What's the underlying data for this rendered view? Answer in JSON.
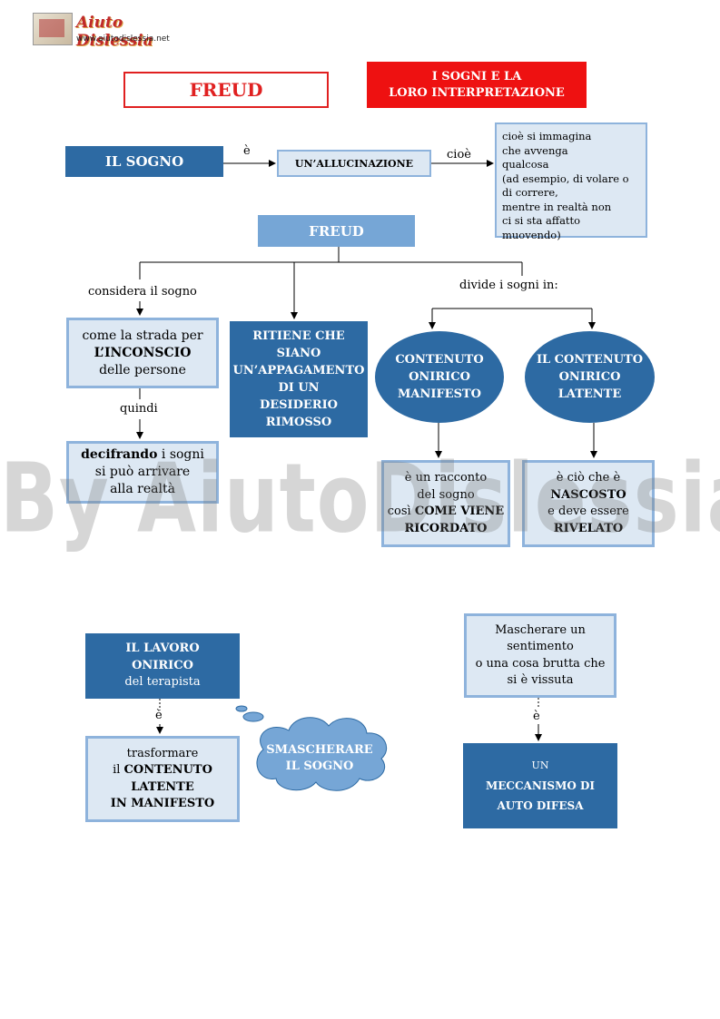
{
  "logo": {
    "title": "Aiuto Dislessia",
    "url": "www.aiutodislessia.net"
  },
  "watermark": "By AiutoDislessia.net",
  "header": {
    "title": "FREUD",
    "subtitle_line1": "I SOGNI E LA",
    "subtitle_line2": "LORO INTERPRETAZIONE"
  },
  "row1": {
    "sogno": "IL  SOGNO",
    "e_label": "è",
    "allucinazione": "UN’ALLUCINAZIONE",
    "cioe_label": "cioè",
    "explanation": "cioè si immagina\nche avvenga\nqualcosa\n (ad esempio, di volare o\n di correre,\nmentre in realtà non\nci si sta affatto muovendo)"
  },
  "freud": "FREUD",
  "left_branch": {
    "label": "considera il sogno",
    "strada_1": "come la strada  per",
    "strada_2": "L’INCONSCIO",
    "strada_3": "delle persone",
    "quindi": "quindi",
    "decif_bold": "decifrando",
    "decif_1": " i sogni",
    "decif_2": "si può arrivare",
    "decif_3": "alla realtà"
  },
  "middle_branch": {
    "lines": [
      "RITIENE CHE",
      "SIANO",
      "UN’APPAGAMENTO",
      "DI UN",
      "DESIDERIO",
      "RIMOSSO"
    ]
  },
  "right_branch": {
    "label": "divide i sogni in:",
    "manifesto": [
      "CONTENUTO",
      "ONIRICO",
      "MANIFESTO"
    ],
    "latente": [
      "IL CONTENUTO",
      "ONIRICO",
      "LATENTE"
    ],
    "racconto_1": "è un racconto",
    "racconto_2": "del sogno",
    "racconto_3": "così ",
    "racconto_3b": "COME VIENE",
    "racconto_4": "RICORDATO",
    "nascosto_1": "è ciò che è",
    "nascosto_2": "NASCOSTO",
    "nascosto_3": "e deve essere",
    "nascosto_4": "RIVELATO"
  },
  "bottom_left": {
    "lavoro_1": "IL LAVORO",
    "lavoro_2": "ONIRICO",
    "lavoro_3": "del terapista",
    "e_label": "è",
    "trasf_1": "trasformare",
    "trasf_2a": "il ",
    "trasf_2b": "CONTENUTO",
    "trasf_3": "LATENTE",
    "trasf_4": "IN MANIFESTO",
    "cloud_1": "SMASCHERARE",
    "cloud_2": "IL SOGNO"
  },
  "bottom_right": {
    "masch_1": "Mascherare un",
    "masch_2": "sentimento",
    "masch_3": "o una cosa brutta che",
    "masch_4": "si è vissuta",
    "e_label": "è",
    "mecc_1": "UN",
    "mecc_2": "MECCANISMO DI",
    "mecc_3": "AUTO DIFESA"
  },
  "colors": {
    "dark_blue": "#2d6aa3",
    "light_blue": "#dde8f3",
    "border_blue": "#8eb3dc",
    "red": "#ee1111"
  }
}
